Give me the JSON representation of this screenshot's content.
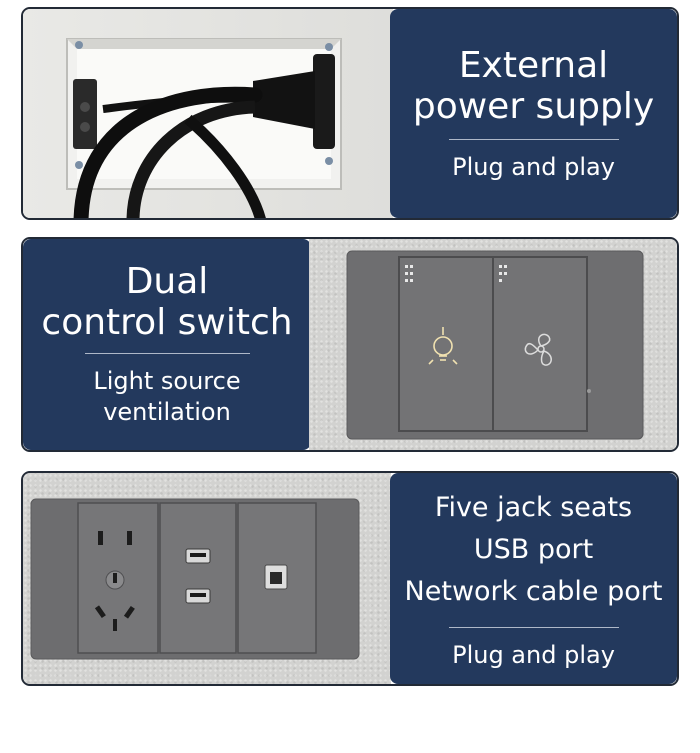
{
  "sections": [
    {
      "title_lines": [
        "External",
        "power supply"
      ],
      "subtitle_lines": [
        "Plug and play"
      ]
    },
    {
      "title_lines": [
        "Dual",
        "control switch"
      ],
      "subtitle_lines": [
        "Light source",
        "ventilation"
      ],
      "switch_icons": [
        "light-bulb-icon",
        "fan-icon"
      ]
    },
    {
      "title_lines": [
        "Five jack seats",
        "USB port",
        "Network cable port"
      ],
      "subtitle_lines": [
        "Plug and play"
      ],
      "port_icons": [
        "five-hole-socket",
        "usb-port",
        "network-port"
      ]
    }
  ],
  "colors": {
    "panel_navy": "#23395d",
    "panel_text": "#ffffff",
    "faceplate_grey": "#6e6e70",
    "felt_background": "#d2d2d0",
    "cable_black": "#111111"
  }
}
